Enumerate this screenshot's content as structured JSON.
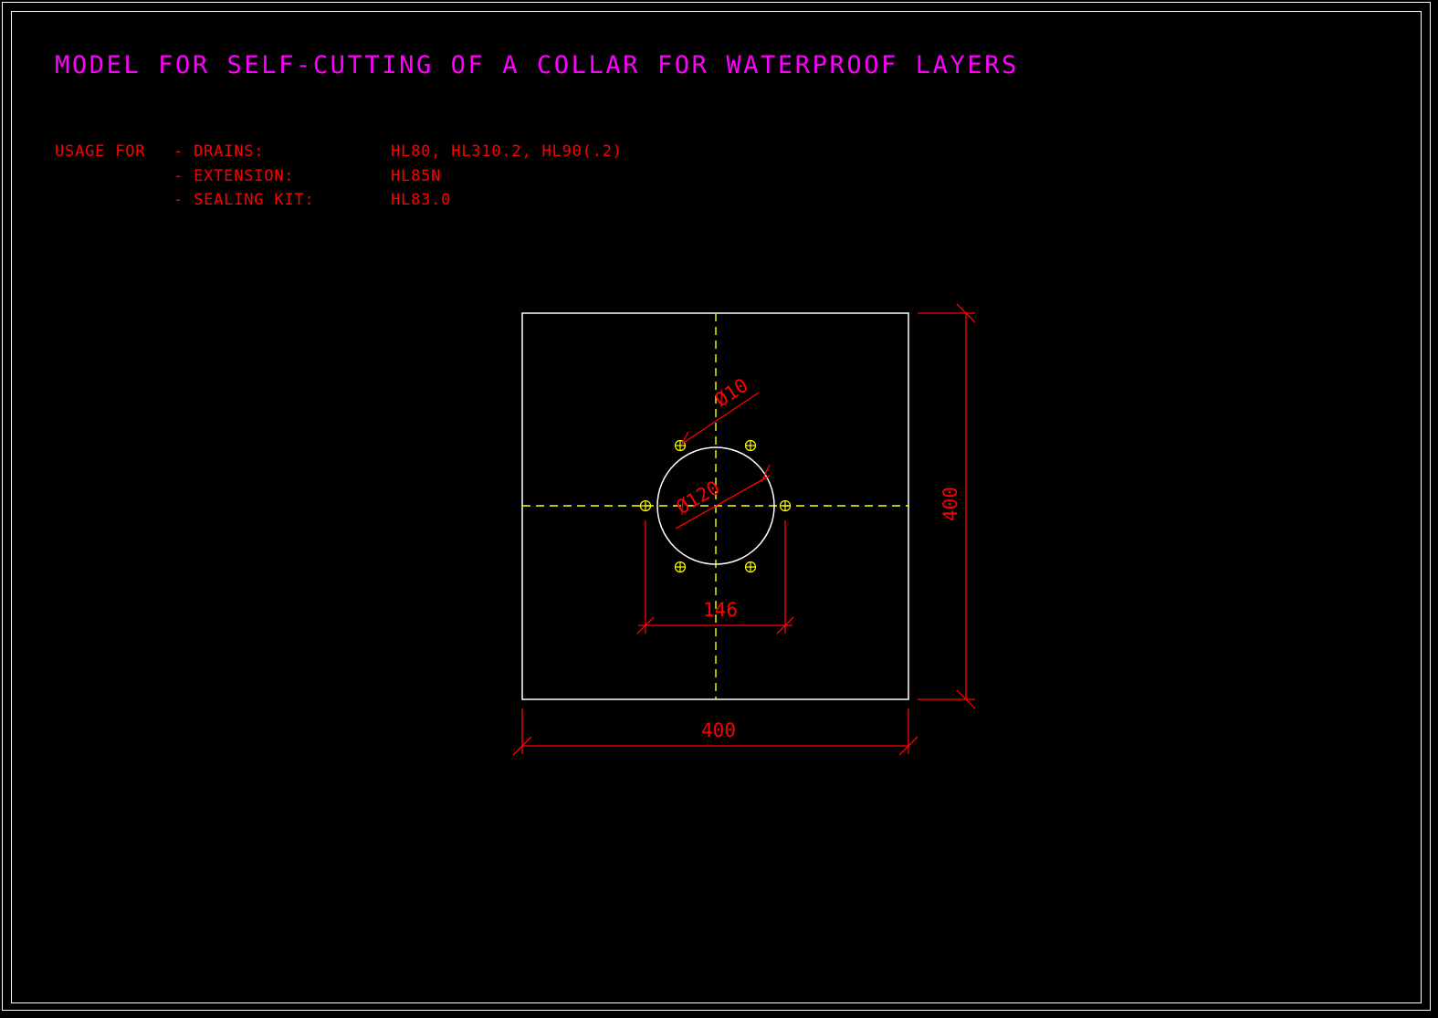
{
  "colors": {
    "background": "#000000",
    "frame": "#ffffff",
    "title": "#ff00ff",
    "text": "#ff0000",
    "outline": "#ffffff",
    "centerline": "#ffff00",
    "holes": "#ffff00",
    "dimension": "#ff0000"
  },
  "title": "MODEL FOR SELF-CUTTING OF A COLLAR FOR WATERPROOF LAYERS",
  "usage": {
    "label": "USAGE FOR",
    "items": [
      {
        "name": "- DRAINS:",
        "value": "HL80, HL310.2, HL90(.2)"
      },
      {
        "name": "- EXTENSION:",
        "value": "HL85N"
      },
      {
        "name": "- SEALING KIT:",
        "value": "HL83.0"
      }
    ]
  },
  "drawing": {
    "width_dim": "400",
    "height_dim": "400",
    "hole_spacing_dim": "146",
    "center_hole_dim": "Ø120",
    "small_hole_dim": "Ø10",
    "small_hole_count": 6
  }
}
